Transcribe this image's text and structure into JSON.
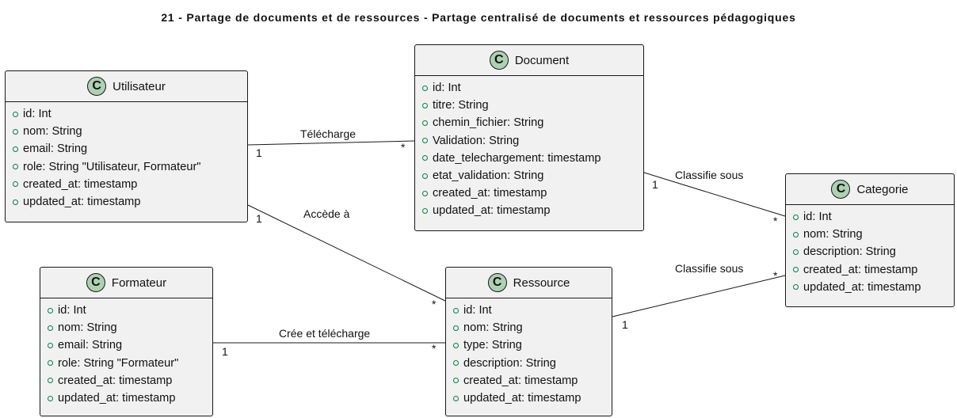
{
  "title": "21 - Partage de documents et de ressources - Partage centralisé de documents et ressources pédagogiques",
  "class_icon": "C",
  "classes": {
    "document": {
      "name": "Document",
      "attributes": [
        "id: Int",
        "titre: String",
        "chemin_fichier: String",
        "Validation: String",
        "date_telechargement: timestamp",
        "etat_validation: String",
        "created_at: timestamp",
        "updated_at: timestamp"
      ]
    },
    "utilisateur": {
      "name": "Utilisateur",
      "attributes": [
        "id: Int",
        "nom: String",
        "email: String",
        "role: String \"Utilisateur, Formateur\"",
        "created_at: timestamp",
        "updated_at: timestamp"
      ]
    },
    "categorie": {
      "name": "Categorie",
      "attributes": [
        "id: Int",
        "nom: String",
        "description: String",
        "created_at: timestamp",
        "updated_at: timestamp"
      ]
    },
    "formateur": {
      "name": "Formateur",
      "attributes": [
        "id: Int",
        "nom: String",
        "email: String",
        "role: String \"Formateur\"",
        "created_at: timestamp",
        "updated_at: timestamp"
      ]
    },
    "ressource": {
      "name": "Ressource",
      "attributes": [
        "id: Int",
        "nom: String",
        "type: String",
        "description: String",
        "created_at: timestamp",
        "updated_at: timestamp"
      ]
    }
  },
  "relations": {
    "telecharge": {
      "label": "Télécharge",
      "from_mult": "1",
      "to_mult": "*"
    },
    "accede": {
      "label": "Accède à",
      "from_mult": "1",
      "to_mult": "*"
    },
    "cree": {
      "label": "Crée et télécharge",
      "from_mult": "1",
      "to_mult": "*"
    },
    "classifie_doc": {
      "label": "Classifie sous",
      "from_mult": "1",
      "to_mult": "*"
    },
    "classifie_res": {
      "label": "Classifie sous",
      "from_mult": "1",
      "to_mult": "*"
    }
  },
  "colors": {
    "class_fill": "#f1f1f1",
    "icon_fill": "#add1b2",
    "visibility": "#038048",
    "line": "#181818"
  }
}
